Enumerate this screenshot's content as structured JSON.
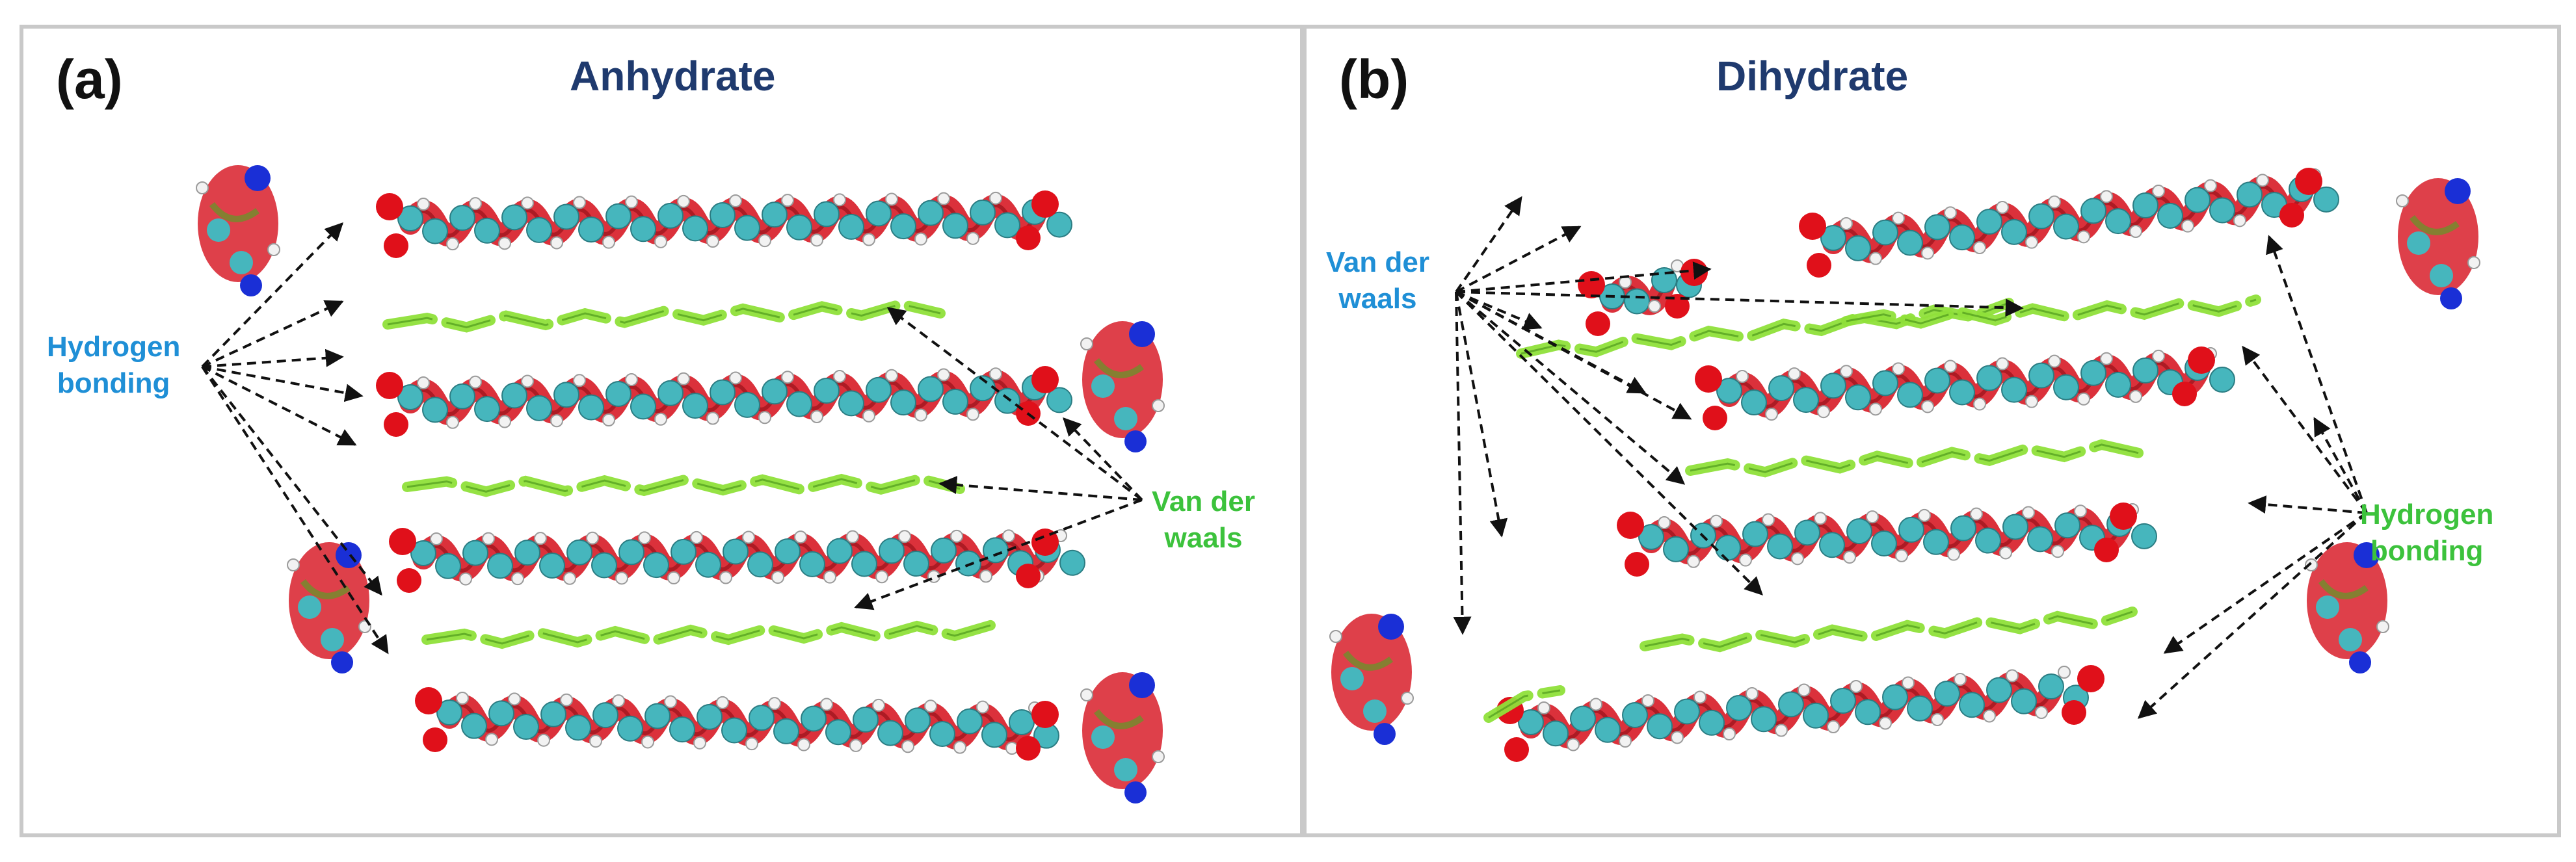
{
  "colors": {
    "title": "#1f3a6e",
    "hydrogen_label_a": "#1f8fd6",
    "vdw_label_a": "#3cc23c",
    "vdw_label_b": "#1f8fd6",
    "hydrogen_label_b": "#3cc23c",
    "ribbon": "#d81f2a",
    "carbon": "#46b6bd",
    "oxygen": "#e0101a",
    "nitrogen": "#1a2fd6",
    "vdw_surface": "#8fe03a"
  },
  "panel_a": {
    "letter": "(a)",
    "title": "Anhydrate",
    "hydrogen_label": [
      "Hydrogen",
      "bonding"
    ],
    "vdw_label": [
      "Van der",
      "waals"
    ]
  },
  "panel_b": {
    "letter": "(b)",
    "title": "Dihydrate",
    "vdw_label": [
      "Van der",
      "waals"
    ],
    "hydrogen_label": [
      "Hydrogen",
      "bonding"
    ]
  }
}
